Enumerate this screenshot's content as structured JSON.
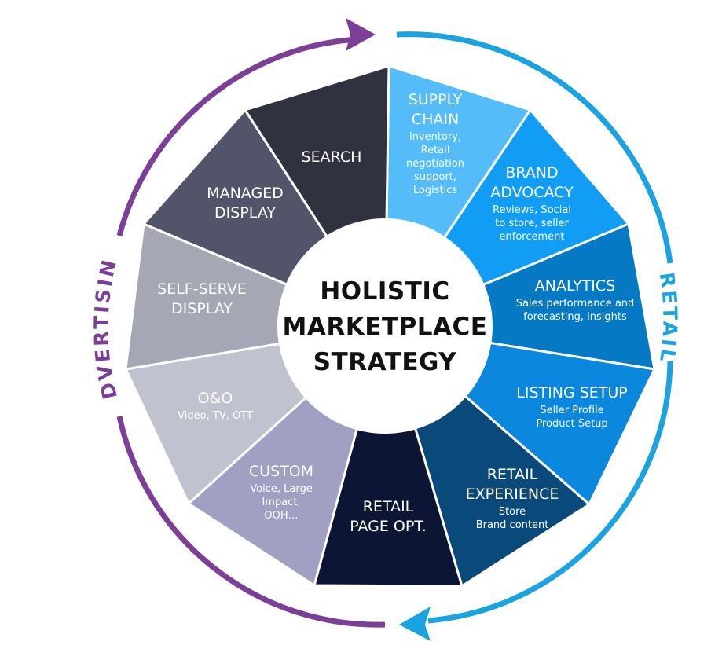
{
  "center": {
    "lines": [
      "HOLISTIC",
      "MARKETPLACE",
      "STRATEGY"
    ]
  },
  "arcs": {
    "advertising": {
      "label": "ADVERTISING",
      "color": "#7b3f98"
    },
    "retail": {
      "label": "RETAIL",
      "color": "#1aa3e0"
    }
  },
  "segments": [
    {
      "id": "supply-chain",
      "title": [
        "SUPPLY",
        "CHAIN"
      ],
      "subtitle": [
        "Inventory,",
        "Retail",
        "negotiation",
        "support,",
        "Logistics"
      ],
      "color": "#54bdf9"
    },
    {
      "id": "brand-advocacy",
      "title": [
        "BRAND",
        "ADVOCACY"
      ],
      "subtitle": [
        "Reviews, Social",
        "to store, seller",
        "enforcement"
      ],
      "color": "#109df3"
    },
    {
      "id": "analytics",
      "title": [
        "ANALYTICS"
      ],
      "subtitle": [
        "Sales performance and",
        "forecasting, insights"
      ],
      "color": "#0679c4"
    },
    {
      "id": "listing-setup",
      "title": [
        "LISTING SETUP"
      ],
      "subtitle": [
        "Seller Profile",
        "Product Setup"
      ],
      "color": "#0b87dd"
    },
    {
      "id": "retail-experience",
      "title": [
        "RETAIL",
        "EXPERIENCE"
      ],
      "subtitle": [
        "Store",
        "Brand content"
      ],
      "color": "#0a4a7b"
    },
    {
      "id": "retail-page-opt",
      "title": [
        "RETAIL",
        "PAGE OPT."
      ],
      "subtitle": [],
      "color": "#0c1533"
    },
    {
      "id": "custom",
      "title": [
        "CUSTOM"
      ],
      "subtitle": [
        "Voice, Large",
        "Impact,",
        "OOH…"
      ],
      "color": "#9fa0c2"
    },
    {
      "id": "o-and-o",
      "title": [
        "O&O"
      ],
      "subtitle": [
        "Video, TV, OTT"
      ],
      "color": "#c1c2cf"
    },
    {
      "id": "self-serve-display",
      "title": [
        "SELF-SERVE",
        "DISPLAY"
      ],
      "subtitle": [],
      "color": "#a5a7b4"
    },
    {
      "id": "managed-display",
      "title": [
        "MANAGED",
        "DISPLAY"
      ],
      "subtitle": [],
      "color": "#52546a"
    },
    {
      "id": "search",
      "title": [
        "SEARCH"
      ],
      "subtitle": [],
      "color": "#313240"
    }
  ]
}
